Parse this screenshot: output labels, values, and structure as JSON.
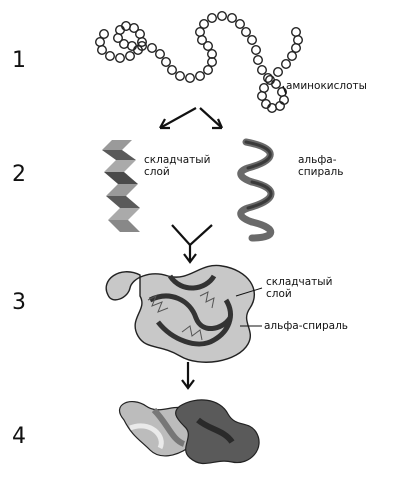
{
  "stages": [
    {
      "number": "1",
      "label_amino": "аминокислоты"
    },
    {
      "number": "2",
      "label_sheet": "складчатый слой",
      "label_helix": "альфа-спираль"
    },
    {
      "number": "3",
      "label_sheet": "складчатый слой",
      "label_helix": "альфа-спираль"
    },
    {
      "number": "4"
    }
  ]
}
